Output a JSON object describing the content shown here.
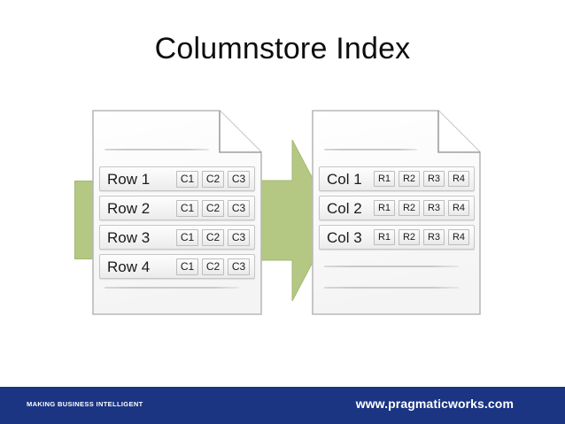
{
  "slide": {
    "title": "Columnstore Index",
    "background_color": "#ffffff"
  },
  "diagram": {
    "arrow": {
      "name": "transform-arrow",
      "color": "#b4c883",
      "border_color": "#a3b873",
      "direction": "right"
    },
    "left_document": {
      "name": "row-store-page",
      "page_color": "#fbfbfb",
      "rows": [
        {
          "label": "Row 1",
          "cells": [
            "C1",
            "C2",
            "C3"
          ]
        },
        {
          "label": "Row 2",
          "cells": [
            "C1",
            "C2",
            "C3"
          ]
        },
        {
          "label": "Row 3",
          "cells": [
            "C1",
            "C2",
            "C3"
          ]
        },
        {
          "label": "Row 4",
          "cells": [
            "C1",
            "C2",
            "C3"
          ]
        }
      ]
    },
    "right_document": {
      "name": "column-store-page",
      "page_color": "#fbfbfb",
      "rows": [
        {
          "label": "Col 1",
          "cells": [
            "R1",
            "R2",
            "R3",
            "R4"
          ]
        },
        {
          "label": "Col 2",
          "cells": [
            "R1",
            "R2",
            "R3",
            "R4"
          ]
        },
        {
          "label": "Col 3",
          "cells": [
            "R1",
            "R2",
            "R3",
            "R4"
          ]
        }
      ]
    }
  },
  "footer": {
    "background_color": "#1b3583",
    "tagline": "MAKING BUSINESS INTELLIGENT",
    "url": "www.pragmaticworks.com"
  }
}
